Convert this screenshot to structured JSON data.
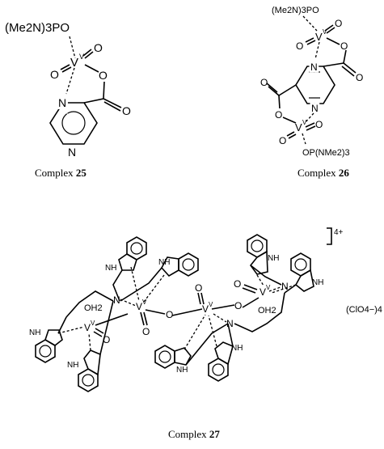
{
  "complex25": {
    "ligand": "(Me2N)3PO",
    "metal": "V",
    "metal_ox": "V",
    "atoms": {
      "o_eq": "O",
      "o_ax": "O",
      "o_link": "O",
      "o_carb": "O",
      "n1": "N",
      "n2": "N"
    },
    "caption_prefix": "Complex",
    "caption_num": "25"
  },
  "complex26": {
    "ligand_top": "(Me2N)3PO",
    "ligand_bottom": "OP(NMe2)3",
    "metal": "V",
    "metal_ox": "V",
    "atoms": {
      "o": "O",
      "n": "N"
    },
    "caption_prefix": "Complex",
    "caption_num": "26"
  },
  "complex27": {
    "charge": "4+",
    "counterion": "(ClO4−)4",
    "metal": "V",
    "metal_ox": "V",
    "water": "OH2",
    "atoms": {
      "o": "O",
      "n": "N",
      "nh": "NH"
    },
    "caption_prefix": "Complex",
    "caption_num": "27"
  }
}
